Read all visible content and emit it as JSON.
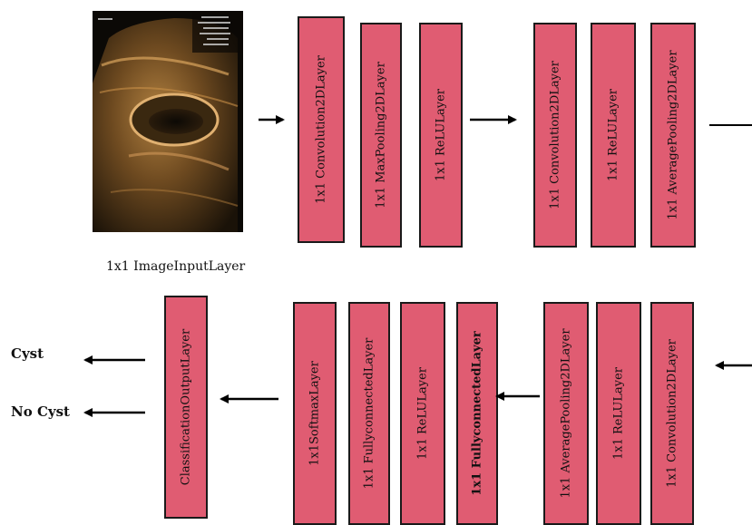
{
  "input": {
    "caption": "1x1 ImageInputLayer"
  },
  "row1": [
    "1x1 Convolution2DLayer",
    "1x1 MaxPooling2DLayer",
    "1x1 ReLULayer",
    "1x1 Convolution2DLayer",
    "1x1 ReLULayer",
    "1x1 AveragePooling2DLayer"
  ],
  "row2": [
    "ClassificationOutputLayer",
    "1x1SoftmaxLayer",
    "1x1 FullyconnectedLayer",
    "1x1 ReLULayer",
    "1x1 FullyconnectedLayer",
    "1x1 AveragePooling2DLayer",
    "1x1 ReLULayer",
    "1x1 Convolution2DLayer"
  ],
  "outputs": {
    "cyst": "Cyst",
    "no_cyst": "No Cyst"
  },
  "colors": {
    "layer_fill": "#e05c72",
    "border": "#1a1a1a"
  }
}
